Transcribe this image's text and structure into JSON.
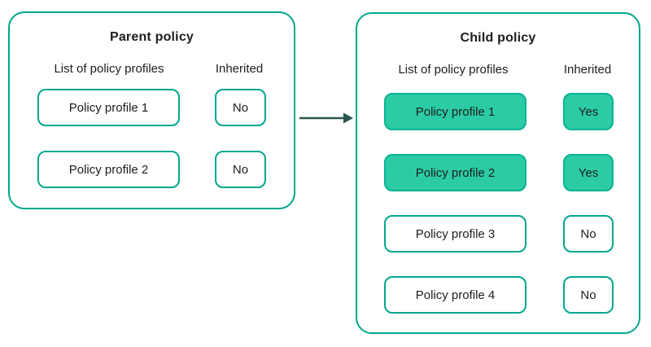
{
  "colors": {
    "border_teal": "#00a88e",
    "fill_green": "#2bcca4",
    "fill_border": "#0ab493",
    "arrow": "#29564e",
    "text_dark": "#1d1d1b",
    "background": "#ffffff"
  },
  "parent_panel": {
    "title": "Parent policy",
    "profiles_header": "List of policy profiles",
    "inherited_header": "Inherited",
    "rows": [
      {
        "profile": "Policy profile 1",
        "inherited": "No",
        "highlighted": false
      },
      {
        "profile": "Policy profile 2",
        "inherited": "No",
        "highlighted": false
      }
    ]
  },
  "child_panel": {
    "title": "Child policy",
    "profiles_header": "List of policy profiles",
    "inherited_header": "Inherited",
    "rows": [
      {
        "profile": "Policy profile 1",
        "inherited": "Yes",
        "highlighted": true
      },
      {
        "profile": "Policy profile 2",
        "inherited": "Yes",
        "highlighted": true
      },
      {
        "profile": "Policy profile 3",
        "inherited": "No",
        "highlighted": false
      },
      {
        "profile": "Policy profile 4",
        "inherited": "No",
        "highlighted": false
      }
    ]
  },
  "arrow": {
    "name": "inheritance-arrow",
    "direction": "right"
  }
}
